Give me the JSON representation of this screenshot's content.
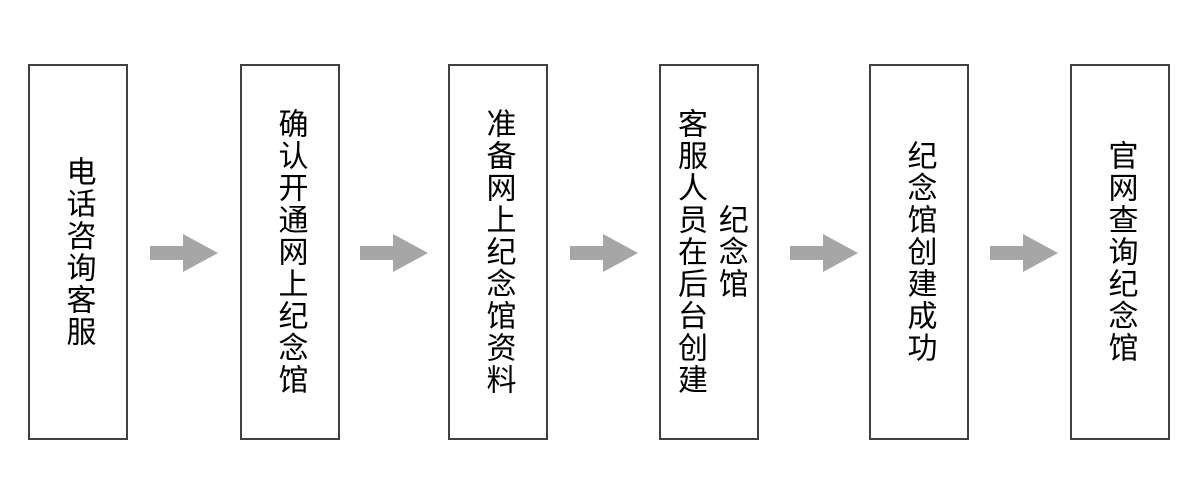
{
  "diagram": {
    "type": "horizontal-process-flow",
    "orientation": "left-to-right",
    "text_direction": "vertical",
    "background_color": "#ffffff",
    "box_border_color": "#404040",
    "box_fill_color": "#ffffff",
    "arrow_color": "#a6a6a6",
    "text_color": "#000000",
    "step_count": 6,
    "arrow_count": 5,
    "nodes": [
      {
        "id": "step-1",
        "index": 1,
        "label": "电话咨询客服",
        "char_count": 6,
        "columns": 1
      },
      {
        "id": "step-2",
        "index": 2,
        "label": "确认开通网上纪念馆",
        "char_count": 9,
        "columns": 1
      },
      {
        "id": "step-3",
        "index": 3,
        "label": "准备网上纪念馆资料",
        "char_count": 9,
        "columns": 1
      },
      {
        "id": "step-4",
        "index": 4,
        "label": "客服人员在后台创建纪念馆",
        "char_count": 12,
        "columns": 2,
        "column_1": "客服人员在后台",
        "column_2": "创建纪念馆"
      },
      {
        "id": "step-5",
        "index": 5,
        "label": "纪念馆创建成功",
        "char_count": 7,
        "columns": 1
      },
      {
        "id": "step-6",
        "index": 6,
        "label": "官网查询纪念馆",
        "char_count": 7,
        "columns": 1
      }
    ],
    "connectors": [
      {
        "id": "arrow-1",
        "from": "step-1",
        "to": "step-2",
        "glyph": "→"
      },
      {
        "id": "arrow-2",
        "from": "step-2",
        "to": "step-3",
        "glyph": "→"
      },
      {
        "id": "arrow-3",
        "from": "step-3",
        "to": "step-4",
        "glyph": "→"
      },
      {
        "id": "arrow-4",
        "from": "step-4",
        "to": "step-5",
        "glyph": "→"
      },
      {
        "id": "arrow-5",
        "from": "step-5",
        "to": "step-6",
        "glyph": "→"
      }
    ]
  }
}
